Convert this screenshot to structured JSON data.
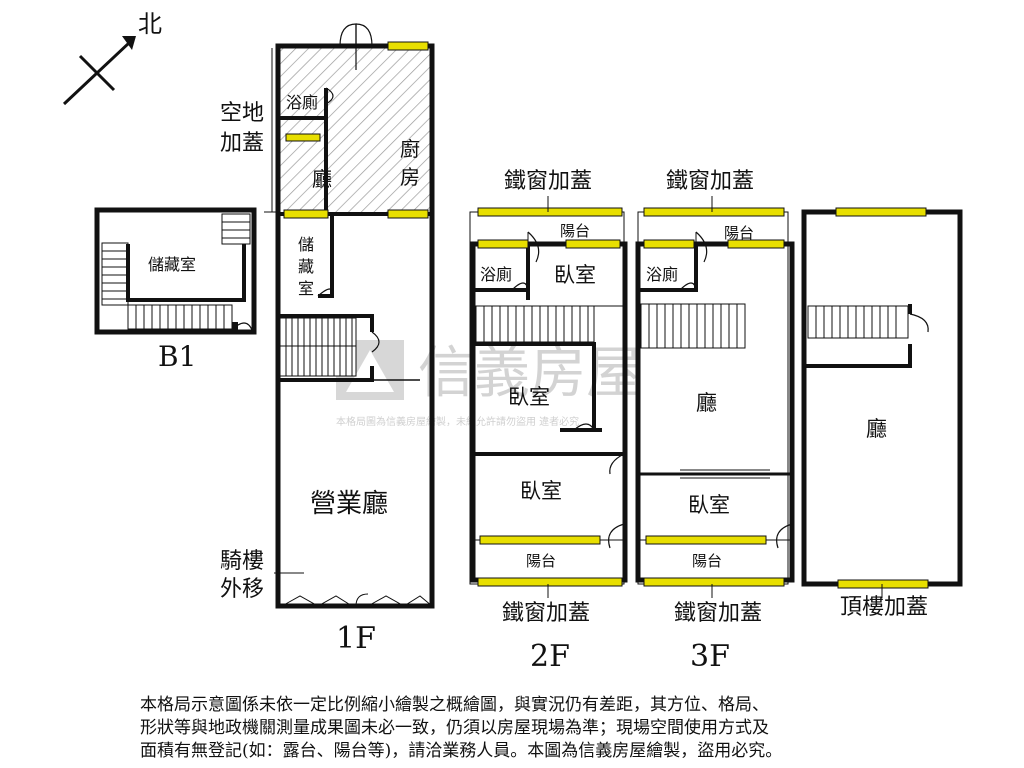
{
  "compass": {
    "label": "北"
  },
  "watermark": {
    "brand": "信義房屋",
    "notice": "本格局圖為信義房屋繪製，未經允許請勿盜用 違者必究"
  },
  "b1": {
    "storage": "儲藏室",
    "floor": "B1"
  },
  "f1": {
    "bath": "浴廁",
    "hall": "廳",
    "kitchen": "廚房",
    "extension_line1": "空地",
    "extension_line2": "加蓋",
    "storage": "儲藏室",
    "business_hall": "營業廳",
    "arcade_line1": "騎樓",
    "arcade_line2": "外移",
    "floor": "1F"
  },
  "f2": {
    "iron_top": "鐵窗加蓋",
    "balcony_top": "陽台",
    "bath": "浴廁",
    "bedroom_a": "臥室",
    "bedroom_b": "臥室",
    "bedroom_c": "臥室",
    "balcony_bottom": "陽台",
    "iron_bottom": "鐵窗加蓋",
    "floor": "2F"
  },
  "f3": {
    "iron_top": "鐵窗加蓋",
    "balcony_top": "陽台",
    "bath": "浴廁",
    "hall": "廳",
    "bedroom": "臥室",
    "balcony_bottom": "陽台",
    "iron_bottom": "鐵窗加蓋",
    "floor": "3F"
  },
  "roof": {
    "hall": "廳",
    "label": "頂樓加蓋"
  },
  "disclaimer": {
    "line1": "本格局示意圖係未依一定比例縮小繪製之概繪圖，與實況仍有差距，其方位、格局、",
    "line2": "形狀等與地政機關測量成果圖未必一致，仍須以房屋現場為準；現場空間使用方式及",
    "line3": "面積有無登記(如：露台、陽台等)，請洽業務人員。本圖為信義房屋繪製，盜用必究。"
  },
  "colors": {
    "wall": "#111111",
    "window": "#e8df00",
    "hatch": "#888888",
    "watermark": "#b3b3b3"
  }
}
